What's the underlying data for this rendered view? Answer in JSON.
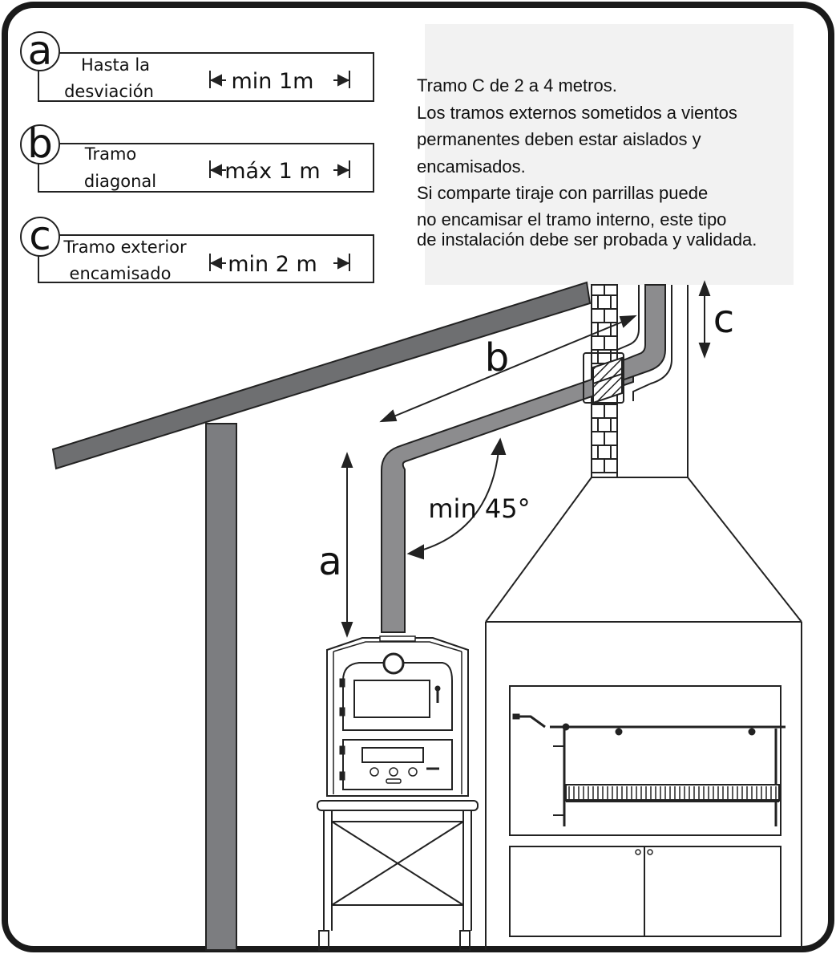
{
  "legend": [
    {
      "letter": "a",
      "line1": "Hasta la",
      "line2": "desviación",
      "measure": "min 1m"
    },
    {
      "letter": "b",
      "line1": "Tramo",
      "line2": "diagonal",
      "measure": "máx 1 m"
    },
    {
      "letter": "c",
      "line1": "Tramo exterior",
      "line2": "encamisado",
      "measure": "min 2 m"
    }
  ],
  "notes": [
    "Tramo C de 2 a 4 metros.",
    "Los tramos externos sometidos a vientos",
    "permanentes deben estar aislados y",
    "encamisados.",
    "Si comparte tiraje con parrillas puede",
    "no encamisar el tramo interno, este tipo",
    "de instalación debe ser probada y validada."
  ],
  "dimensions": {
    "a": "a",
    "b": "b",
    "c": "c",
    "angle": "min 45°"
  },
  "colors": {
    "pipe": "#8c8c8e",
    "roof": "#6e6f71",
    "post": "#7c7d80",
    "frame": "#1a1a1a",
    "note_box": "#f2f2f2"
  }
}
